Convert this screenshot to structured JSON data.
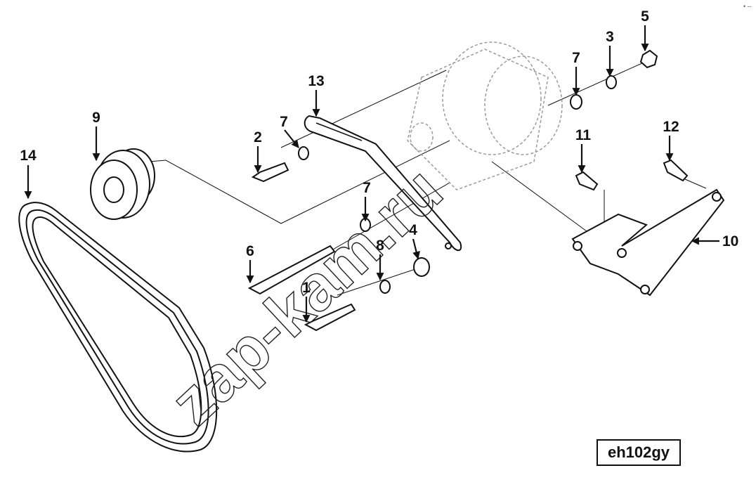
{
  "diagram": {
    "callouts": {
      "c1": "1",
      "c2": "2",
      "c3": "3",
      "c4": "4",
      "c5": "5",
      "c6": "6",
      "c7a": "7",
      "c7b": "7",
      "c7c": "7",
      "c8": "8",
      "c9": "9",
      "c10": "10",
      "c11": "11",
      "c12": "12",
      "c13": "13",
      "c14": "14"
    },
    "reference_code": "eh102gy",
    "watermark": "zap-kam.ru",
    "corner_mark": "• --"
  },
  "colors": {
    "line": "#111111",
    "background": "#ffffff",
    "ghost": "#9a9a9a"
  }
}
